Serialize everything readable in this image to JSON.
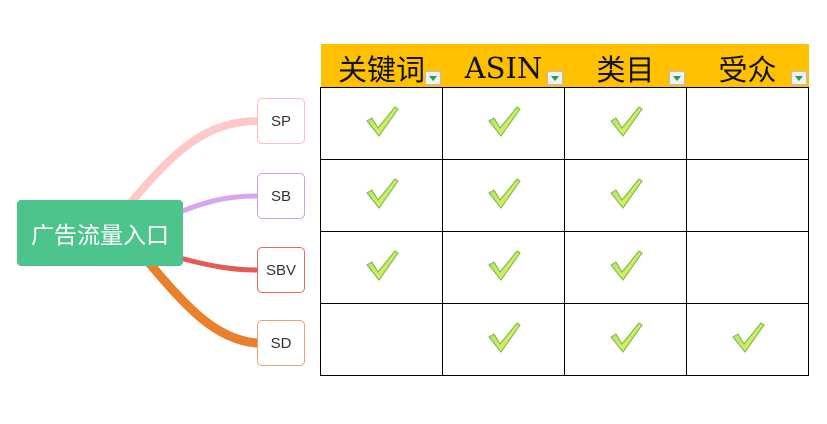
{
  "mindmap": {
    "root": "广告流量入口",
    "branches": [
      {
        "label": "SP",
        "color": "#ffc8c8",
        "border": "#ffbdbd"
      },
      {
        "label": "SB",
        "color": "#d7a6ee",
        "border": "#cf9ce6"
      },
      {
        "label": "SBV",
        "color": "#e35b59",
        "border": "#e06a68"
      },
      {
        "label": "SD",
        "color": "#e8802c",
        "border": "#eca16b"
      }
    ]
  },
  "table": {
    "headers": [
      "关键词",
      "ASIN",
      "类目",
      "受众"
    ],
    "header_bg": "#ffc000",
    "rows": [
      {
        "label": "SP",
        "checks": [
          true,
          true,
          true,
          false
        ]
      },
      {
        "label": "SB",
        "checks": [
          true,
          true,
          true,
          false
        ]
      },
      {
        "label": "SBV",
        "checks": [
          true,
          true,
          true,
          false
        ]
      },
      {
        "label": "SD",
        "checks": [
          false,
          true,
          true,
          true
        ]
      }
    ]
  },
  "icons": {
    "check": "checkmark-icon",
    "filter": "filter-dropdown-icon"
  }
}
